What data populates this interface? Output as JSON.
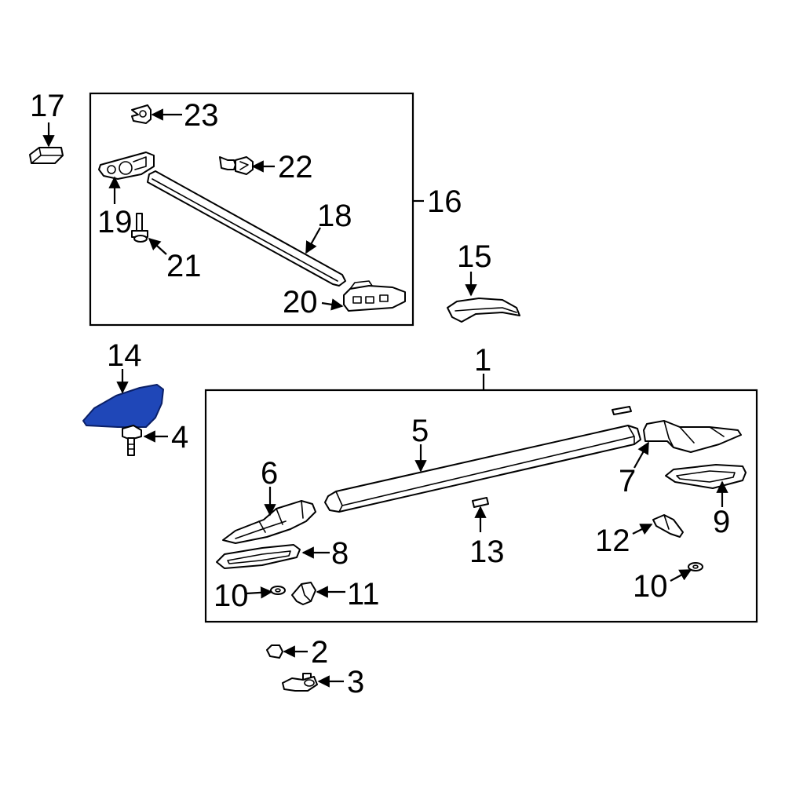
{
  "colors": {
    "line": "#000000",
    "background": "#ffffff",
    "highlight_fill": "#1f47b8",
    "highlight_stroke": "#0a1f66"
  },
  "highlighted_part": "14",
  "callouts": {
    "c1": "1",
    "c2": "2",
    "c3": "3",
    "c4": "4",
    "c5": "5",
    "c6": "6",
    "c7": "7",
    "c8": "8",
    "c9": "9",
    "c10a": "10",
    "c10b": "10",
    "c11": "11",
    "c12": "12",
    "c13": "13",
    "c14": "14",
    "c15": "15",
    "c16": "16",
    "c17": "17",
    "c18": "18",
    "c19": "19",
    "c20": "20",
    "c21": "21",
    "c22": "22",
    "c23": "23"
  }
}
